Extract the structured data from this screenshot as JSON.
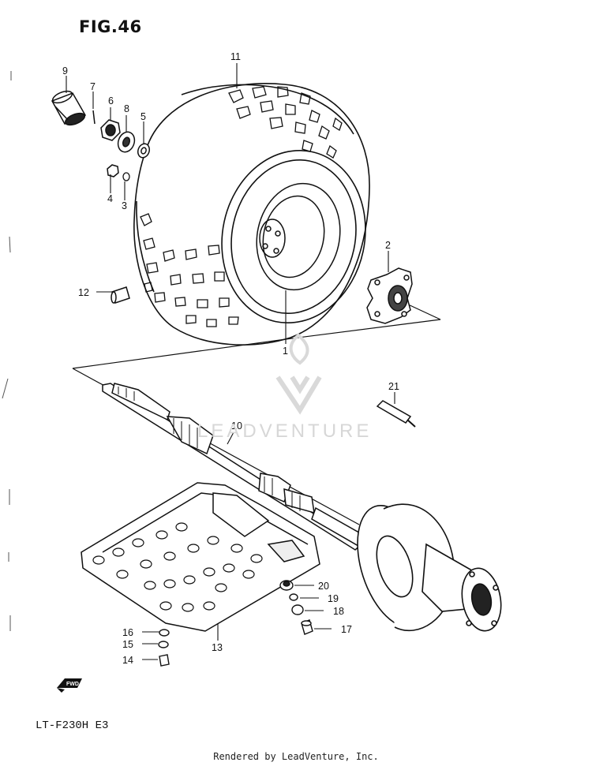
{
  "figure": {
    "title": "FIG.46",
    "model": "LT-F230H  E3"
  },
  "footer": "Rendered by LeadVenture, Inc.",
  "watermark": "LEADVENTURE",
  "fwd_label": "FWD",
  "callouts": {
    "n1": "1",
    "n2": "2",
    "n3": "3",
    "n4": "4",
    "n5": "5",
    "n6": "6",
    "n7": "7",
    "n8": "8",
    "n9": "9",
    "n10": "10",
    "n11": "11",
    "n12": "12",
    "n13": "13",
    "n14": "14",
    "n15": "15",
    "n16": "16",
    "n17": "17",
    "n18": "18",
    "n19": "19",
    "n20": "20",
    "n21": "21"
  },
  "colors": {
    "ink": "#111111",
    "watermark": "#d9d9d9"
  }
}
